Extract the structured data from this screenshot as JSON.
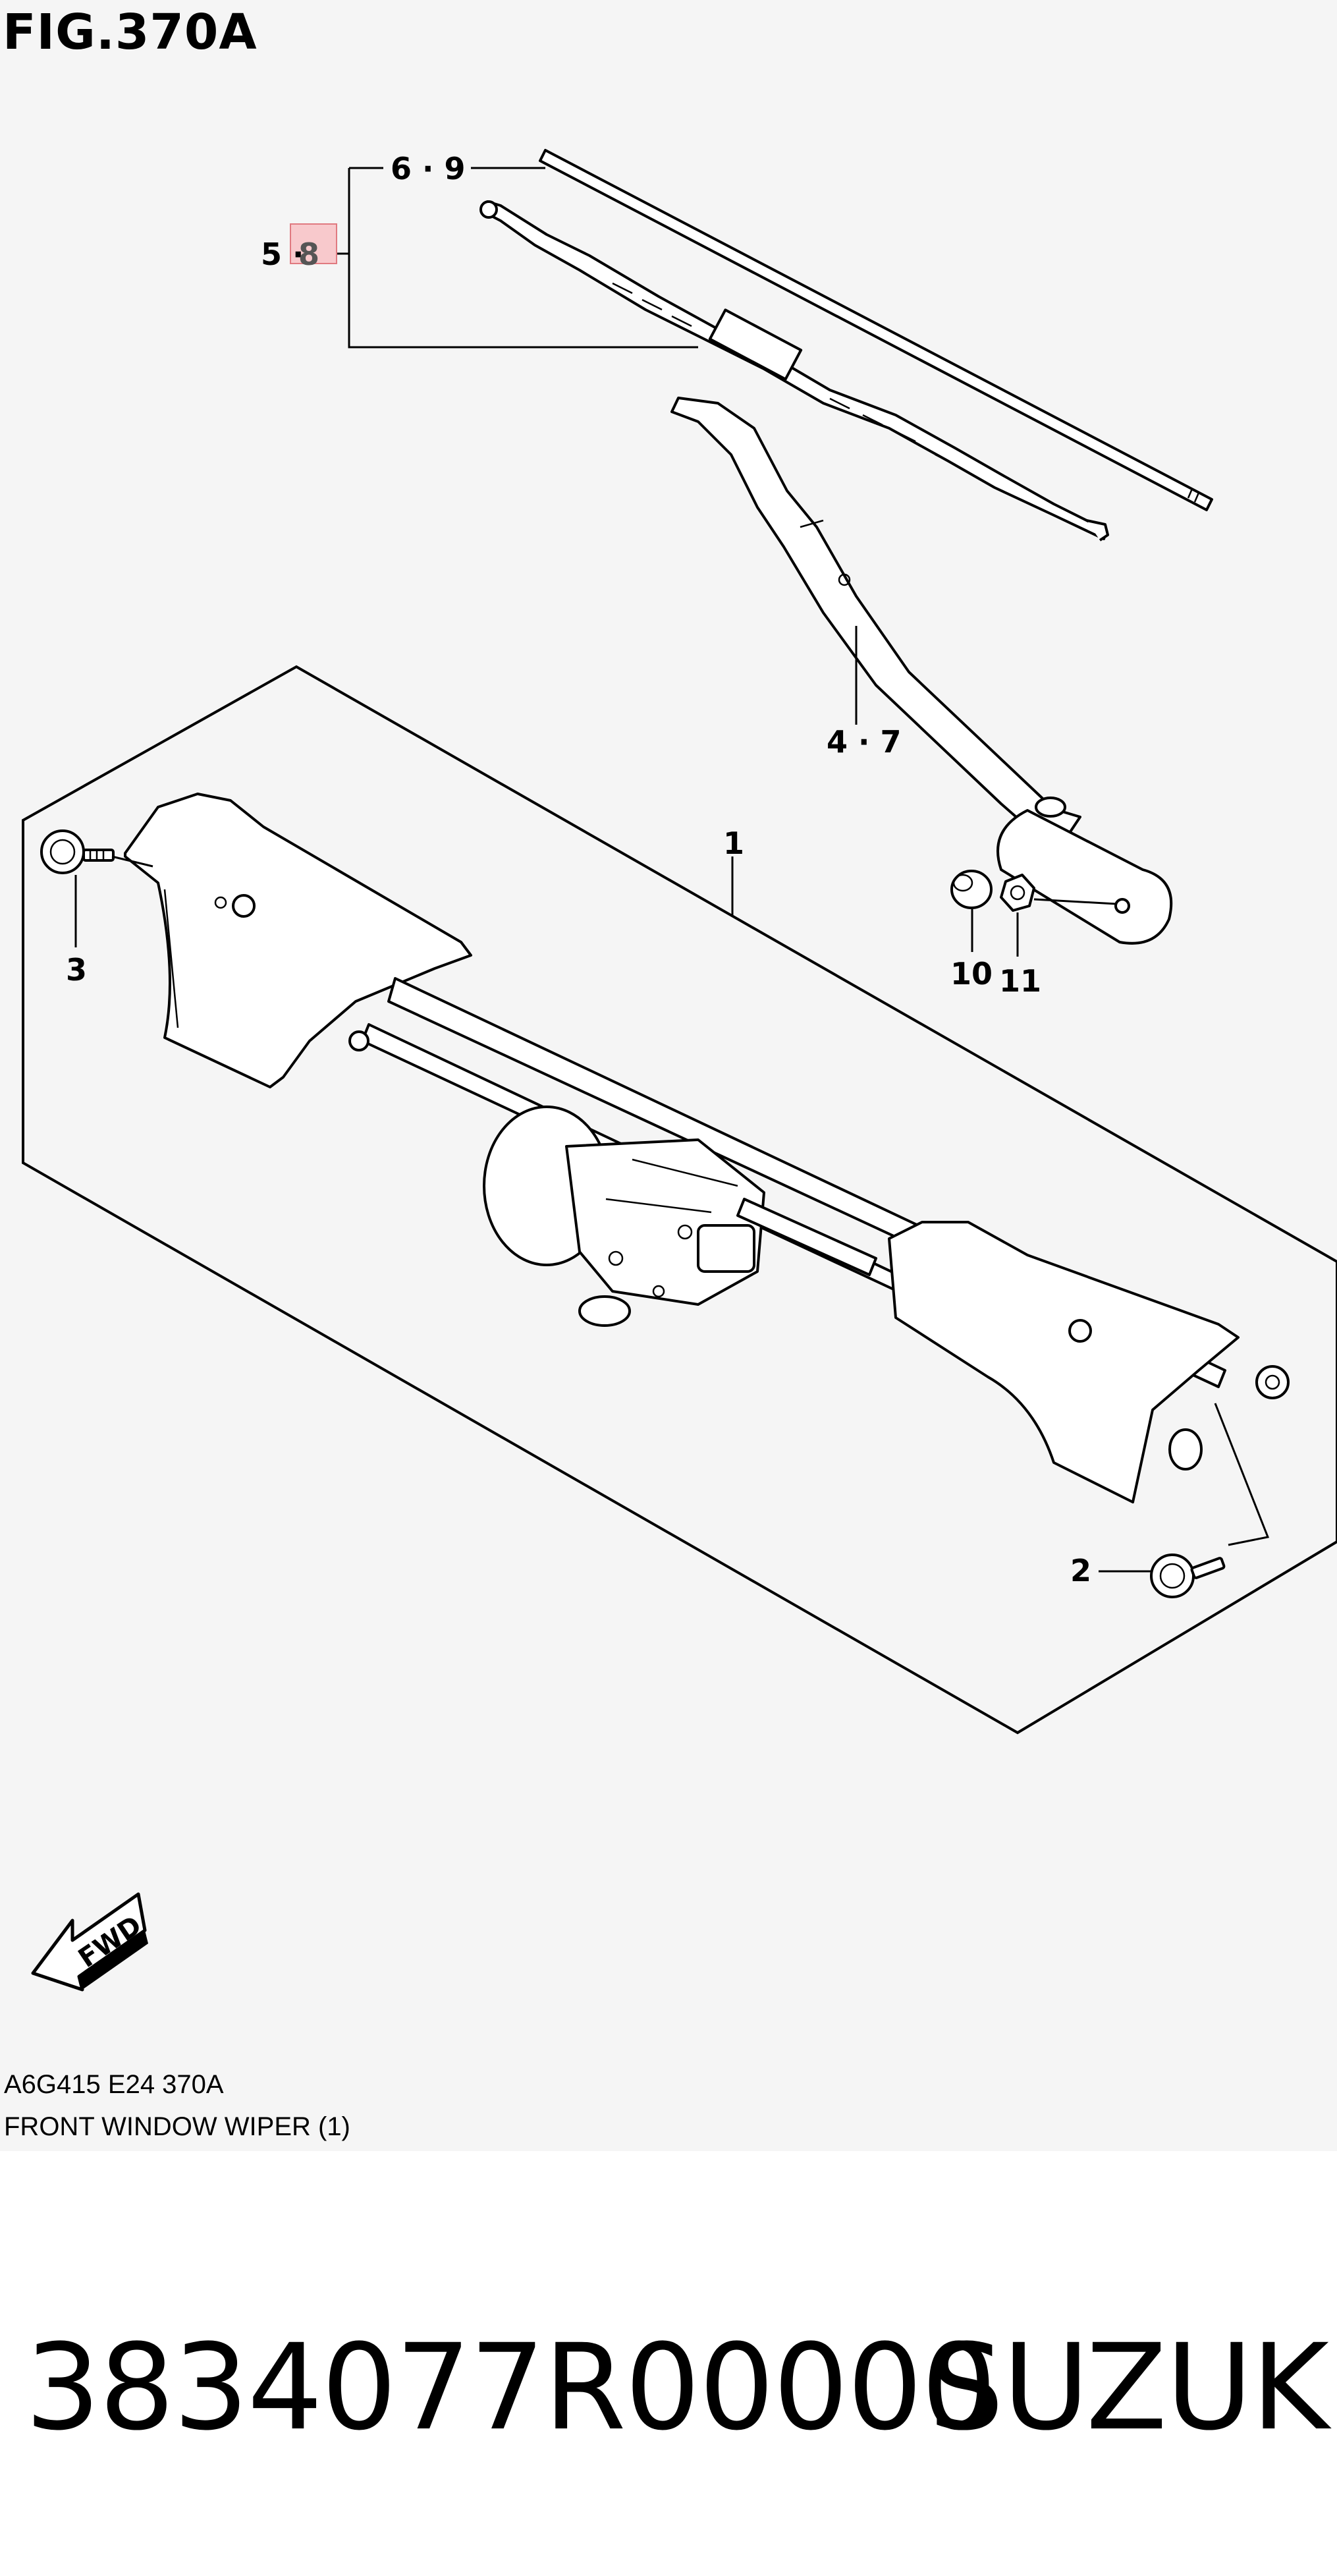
{
  "figure": {
    "title": "FIG.370A",
    "code": "A6G415 E24 370A",
    "caption": "FRONT WINDOW WIPER (1)"
  },
  "callouts": {
    "wiper_blade": "6 · 9",
    "blade_refill_a": "5 ·",
    "blade_refill_b": "8",
    "arm": "4 · 7",
    "assembly": "1",
    "bolt_left": "3",
    "bolt_right": "2",
    "cap": "10",
    "nut": "11"
  },
  "fwd_label": "FWD",
  "footer": {
    "part_number": "3834077R00000",
    "brand": "SUZUKI"
  },
  "colors": {
    "diagram_background": "#f5f5f5",
    "highlight_fill": "#f8c9cc",
    "highlight_stroke": "#e07a80"
  }
}
